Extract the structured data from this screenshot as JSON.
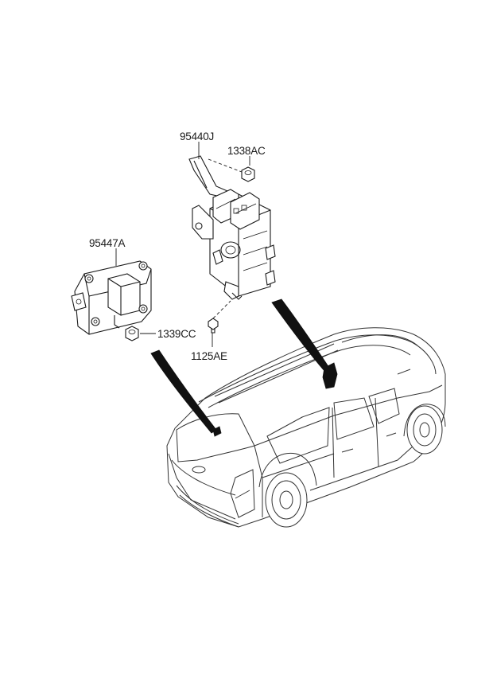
{
  "diagram": {
    "parts": [
      {
        "id": "95440J"
      },
      {
        "id": "1338AC"
      },
      {
        "id": "95447A"
      },
      {
        "id": "1339CC"
      },
      {
        "id": "1125AE"
      }
    ]
  }
}
